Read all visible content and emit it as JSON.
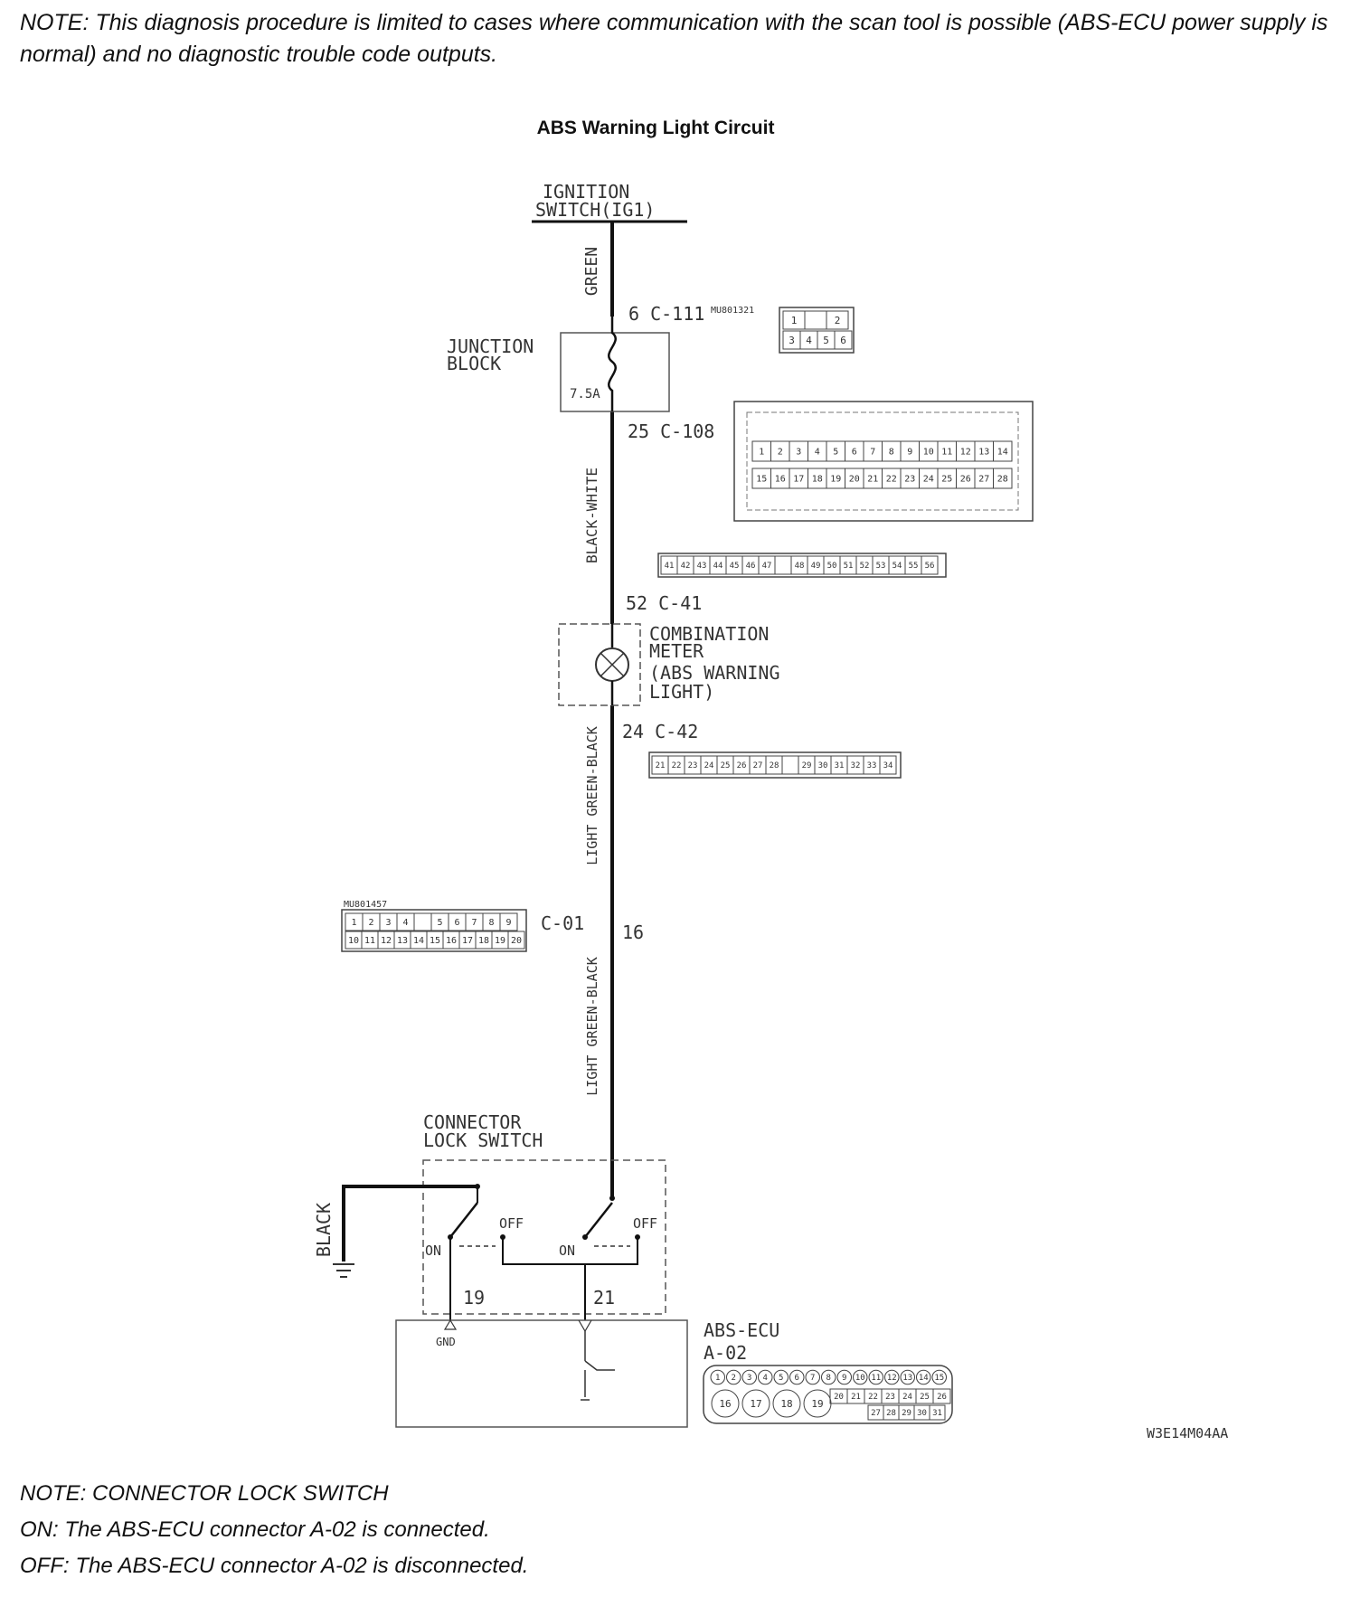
{
  "note_top": "NOTE: This diagnosis procedure is limited to cases where communication with the scan tool is possible (ABS-ECU power supply is normal) and no diagnostic trouble code outputs.",
  "diagram": {
    "title": "ABS Warning Light Circuit",
    "ignition_switch": [
      "IGNITION",
      "SWITCH(IG1)"
    ],
    "junction_block": [
      "JUNCTION",
      "BLOCK"
    ],
    "fuse_label": "7.5A",
    "combination_meter": [
      "COMBINATION",
      "METER",
      "(ABS WARNING",
      "LIGHT)"
    ],
    "connector_lock_switch": [
      "CONNECTOR",
      "LOCK SWITCH"
    ],
    "abs_ecu": [
      "ABS-ECU",
      "A-02"
    ],
    "gnd_label": "GND",
    "wire_colors": {
      "w1": "GREEN",
      "w2": "BLACK-WHITE",
      "w3": "LIGHT GREEN-BLACK",
      "w4": "LIGHT GREEN-BLACK",
      "ground": "BLACK"
    },
    "switch_states": {
      "on": "ON",
      "off": "OFF"
    },
    "terminals": {
      "c111": "6 C-111",
      "c108": "25 C-108",
      "c41": "52 C-41",
      "c42": "24 C-42",
      "c01_conn": "C-01",
      "c01_pin": "16",
      "pin19": "19",
      "pin21": "21"
    },
    "connector_part_numbers": {
      "c111": "MU801321",
      "c01": "MU801457"
    },
    "figure_code": "W3E14M04AA",
    "pin_grids": {
      "c111": [
        [
          "1",
          "",
          "2"
        ],
        [
          "3",
          "4",
          "5",
          "6"
        ]
      ],
      "c108": [
        [
          "1",
          "2",
          "3",
          "4",
          "5",
          "6",
          "7",
          "8",
          "9",
          "10",
          "11",
          "12",
          "13",
          "14"
        ],
        [
          "15",
          "16",
          "17",
          "18",
          "19",
          "20",
          "21",
          "22",
          "23",
          "24",
          "25",
          "26",
          "27",
          "28"
        ]
      ],
      "c41": [
        "41",
        "42",
        "43",
        "44",
        "45",
        "46",
        "47",
        "",
        "48",
        "49",
        "50",
        "51",
        "52",
        "53",
        "54",
        "55",
        "56"
      ],
      "c42": [
        "21",
        "22",
        "23",
        "24",
        "25",
        "26",
        "27",
        "28",
        "",
        "29",
        "30",
        "31",
        "32",
        "33",
        "34"
      ],
      "c01": [
        [
          "1",
          "2",
          "3",
          "4",
          "",
          "5",
          "6",
          "7",
          "8",
          "9"
        ],
        [
          "10",
          "11",
          "12",
          "13",
          "14",
          "15",
          "16",
          "17",
          "18",
          "19",
          "20"
        ]
      ],
      "a02": [
        [
          "1",
          "2",
          "3",
          "4",
          "5",
          "6",
          "7",
          "8",
          "9",
          "10",
          "11",
          "12",
          "13",
          "14",
          "15"
        ],
        [
          "16",
          "17",
          "18",
          "19"
        ],
        [
          "20",
          "21",
          "22",
          "23",
          "24",
          "25",
          "26"
        ],
        [
          "27",
          "28",
          "29",
          "30",
          "31"
        ]
      ]
    }
  },
  "note_bottom": {
    "line1": "NOTE: CONNECTOR LOCK SWITCH",
    "line2": "ON: The ABS-ECU connector A-02 is connected.",
    "line3": "OFF: The ABS-ECU connector A-02 is disconnected."
  }
}
